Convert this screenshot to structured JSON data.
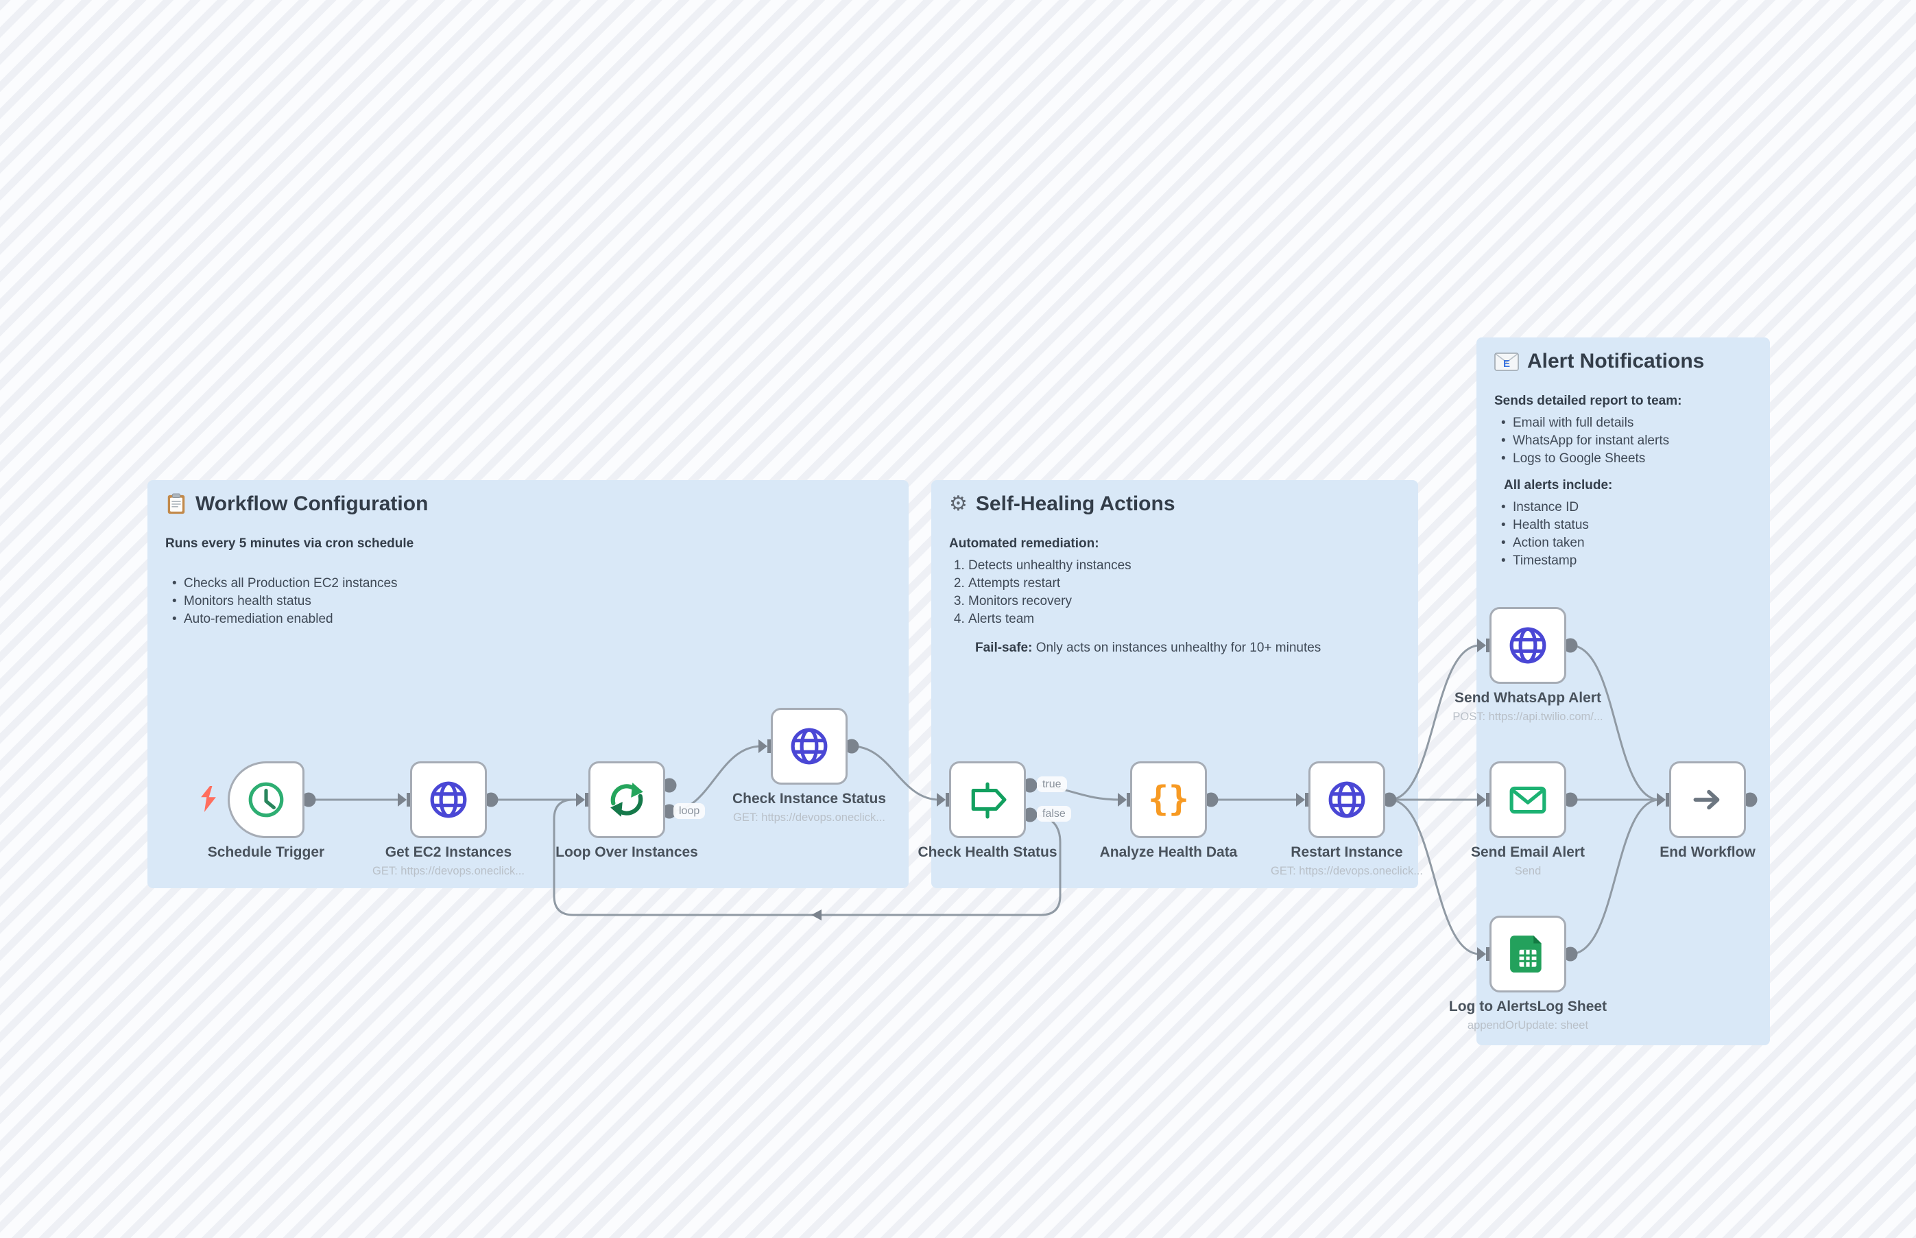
{
  "canvas": {
    "sticky_bg": "#d9e8f7",
    "edge_color": "#909aa4",
    "port_color": "#7b838d",
    "accent_green": "#22a35c",
    "accent_indigo": "#4a47d5",
    "accent_orange": "#f79a23",
    "accent_red": "#ff6e5e"
  },
  "icons": {
    "gear_glyph": "⚙",
    "braces_glyph": "{}",
    "email_letter": "E"
  },
  "stickies": {
    "config": {
      "icon": "clipboard-icon",
      "title": "Workflow Configuration",
      "intro": "Runs every 5 minutes via cron schedule",
      "bullets": [
        "Checks all Production EC2 instances",
        "Monitors health status",
        "Auto-remediation enabled"
      ]
    },
    "healing": {
      "icon": "gear-icon",
      "title": "Self-Healing Actions",
      "intro": "Automated remediation:",
      "steps": [
        "Detects unhealthy instances",
        "Attempts restart",
        "Monitors recovery",
        "Alerts team"
      ],
      "failsafe_label": "Fail-safe:",
      "failsafe_text": " Only acts on instances unhealthy for 10+ minutes"
    },
    "alerts": {
      "icon": "email-icon",
      "title": "Alert Notifications",
      "intro": "Sends detailed report to team:",
      "bullets": [
        "Email with full details",
        "WhatsApp for instant alerts",
        "Logs to Google Sheets"
      ],
      "subheading": "All alerts include:",
      "includes": [
        "Instance ID",
        "Health status",
        "Action taken",
        "Timestamp"
      ]
    }
  },
  "nodes": {
    "schedule_trigger": {
      "label": "Schedule Trigger"
    },
    "get_ec2": {
      "label": "Get EC2 Instances",
      "subtext": "GET: https://devops.oneclick..."
    },
    "loop": {
      "label": "Loop Over Instances"
    },
    "check_instance": {
      "label": "Check Instance Status",
      "subtext": "GET: https://devops.oneclick..."
    },
    "check_health": {
      "label": "Check Health Status"
    },
    "analyze": {
      "label": "Analyze Health Data"
    },
    "restart": {
      "label": "Restart Instance",
      "subtext": "GET: https://devops.oneclick..."
    },
    "whatsapp": {
      "label": "Send WhatsApp Alert",
      "subtext": "POST: https://api.twilio.com/..."
    },
    "email": {
      "label": "Send Email Alert",
      "subtext": "Send"
    },
    "sheet": {
      "label": "Log to AlertsLog Sheet",
      "subtext": "appendOrUpdate: sheet"
    },
    "end": {
      "label": "End Workflow"
    }
  },
  "edge_labels": {
    "loop_label": "loop",
    "true_label": "true",
    "false_label": "false"
  }
}
